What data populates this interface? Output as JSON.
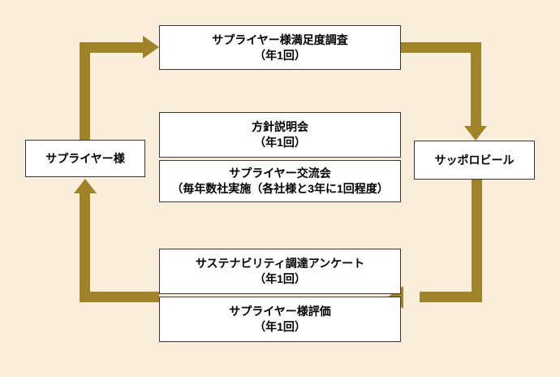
{
  "diagram": {
    "nodes": {
      "supplier": {
        "label": "サプライヤー様"
      },
      "sapporo": {
        "label": "サッポロビール"
      }
    },
    "activities": {
      "satisfaction_survey": {
        "title": "サプライヤー様満足度調査",
        "frequency": "（年1回）"
      },
      "policy_briefing": {
        "title": "方針説明会",
        "frequency": "（年1回）"
      },
      "exchange_meeting": {
        "title": "サプライヤー交流会",
        "frequency": "（毎年数社実施（各社様と3年に1回程度）"
      },
      "sustainability_survey": {
        "title": "サステナビリティ調達アンケート",
        "frequency": "（年1回）"
      },
      "supplier_evaluation": {
        "title": "サプライヤー様評価",
        "frequency": "（年1回）"
      }
    },
    "colors": {
      "background": "#F9EEDC",
      "arrow": "#A08328",
      "box_border": "#3C3733",
      "box_fill": "#FFFFFF",
      "text": "#000000"
    }
  }
}
